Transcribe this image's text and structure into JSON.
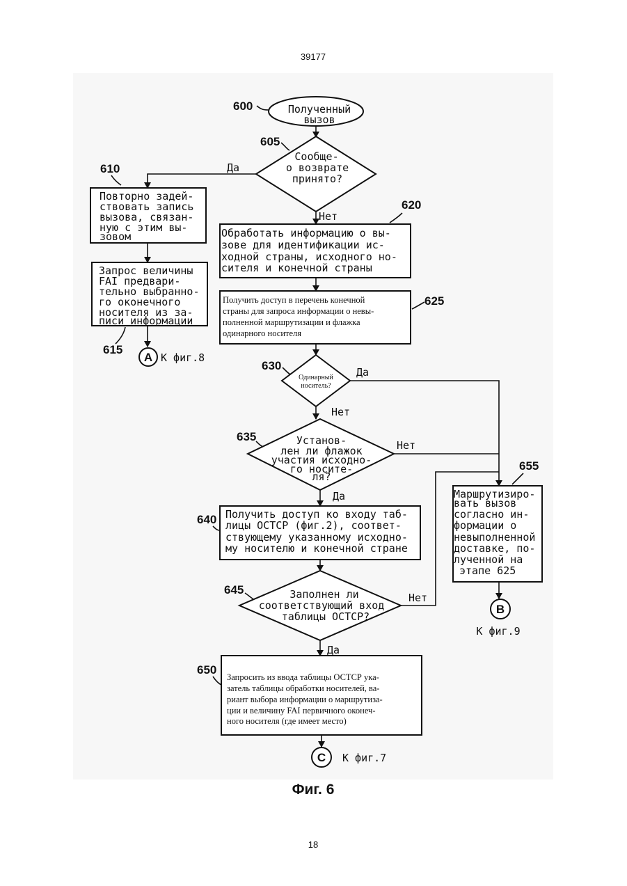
{
  "header": {
    "doc_number": "39177"
  },
  "footer": {
    "page_number": "18"
  },
  "figure": {
    "caption": "Фиг. 6",
    "yes": "Да",
    "no": "Нет",
    "nodes": {
      "n600": {
        "label": "600",
        "lines": [
          "Полученный",
          "вызов"
        ]
      },
      "n605": {
        "label": "605",
        "lines": [
          "Сообще-",
          "о возврате",
          "принято?"
        ]
      },
      "n610": {
        "label": "610",
        "lines": [
          "Повторно задей-",
          "ствовать запись",
          "вызова, связан-",
          "ную с этим вы-",
          "зовом"
        ]
      },
      "n615": {
        "label": "615",
        "lines": [
          "Запрос величины",
          "FAI предвари-",
          "тельно выбранно-",
          "го оконечного",
          "носителя из за-",
          "писи информации"
        ]
      },
      "n620": {
        "label": "620",
        "lines": [
          "Обработать информацию о вы-",
          "зове для идентификации ис-",
          "ходной страны, исходного но-",
          "сителя и конечной страны"
        ]
      },
      "n625": {
        "label": "625",
        "lines": [
          "Получить доступ в перечень конечной",
          "страны для запроса информации о невы-",
          "полненной маршрутизации и флажка",
          "одинарного носителя"
        ]
      },
      "n630": {
        "label": "630",
        "lines": [
          "Одинарный",
          "носитель?"
        ]
      },
      "n635": {
        "label": "635",
        "lines": [
          "Установ-",
          "лен ли флажок",
          "участия исходно-",
          "го носите-",
          "ля?"
        ]
      },
      "n640": {
        "label": "640",
        "lines": [
          "Получить доступ ко входу таб-",
          "лицы ОСТСР (фиг.2), соответ-",
          "ствующему указанному исходно-",
          "му носителю и конечной стране"
        ]
      },
      "n645": {
        "label": "645",
        "lines": [
          "Заполнен ли",
          "соответствующий вход",
          "таблицы ОСТСР?"
        ]
      },
      "n650": {
        "label": "650",
        "lines": [
          "Запросить из ввода таблицы ОСТСР ука-",
          "затель таблицы обработки носителей, ва-",
          "риант выбора информации о маршрутиза-",
          "ции и величину FAI первичного оконеч-",
          "ного носителя (где имеет место)"
        ]
      },
      "n655": {
        "label": "655",
        "lines": [
          "Маршрутизиро-",
          "вать вызов",
          "согласно ин-",
          "формации о",
          "невыполненной",
          "доставке, по-",
          "лученной на",
          "этапе 625"
        ]
      }
    },
    "connectors": {
      "A": {
        "letter": "A",
        "text": "К фиг.8"
      },
      "B": {
        "letter": "B",
        "text": "К фиг.9"
      },
      "C": {
        "letter": "C",
        "text": "К фиг.7"
      }
    }
  }
}
